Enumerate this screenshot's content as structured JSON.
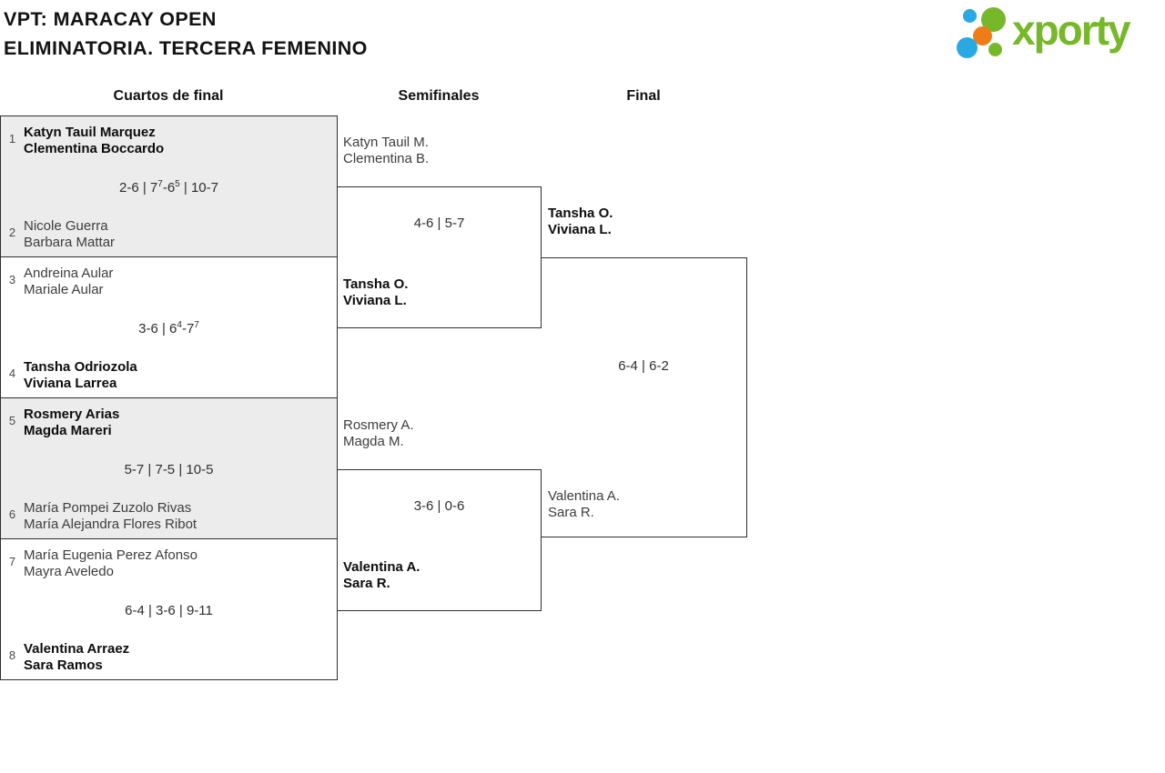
{
  "title": {
    "line1": "VPT: MARACAY OPEN",
    "line2": "ELIMINATORIA. TERCERA FEMENINO"
  },
  "logo": {
    "wordmark": "xporty"
  },
  "colors": {
    "logo_green": "#76B82A",
    "logo_blue": "#29A9E1",
    "logo_orange": "#EE7D17",
    "line": "#2F2F2F",
    "shaded_block": "#ECECEC",
    "winner_text": "#0D0D0D",
    "regular_text": "#3D3D3D"
  },
  "round_headers": {
    "quarterfinals": "Cuartos de final",
    "semifinals": "Semifinales",
    "final": "Final"
  },
  "bracket": {
    "quarterfinals": [
      {
        "seed_top": "1",
        "team_top": {
          "line1": "Katyn Tauil Marquez",
          "line2": "Clementina Boccardo",
          "winner": true
        },
        "score_parts": [
          {
            "t": "2-6 | 7"
          },
          {
            "s": "7"
          },
          {
            "t": "-6"
          },
          {
            "s": "5"
          },
          {
            "t": " | 10-7"
          }
        ],
        "seed_bottom": "2",
        "team_bottom": {
          "line1": "Nicole Guerra",
          "line2": "Barbara Mattar",
          "winner": false
        }
      },
      {
        "seed_top": "3",
        "team_top": {
          "line1": "Andreina Aular",
          "line2": "Mariale Aular",
          "winner": false
        },
        "score_parts": [
          {
            "t": "3-6 | 6"
          },
          {
            "s": "4"
          },
          {
            "t": "-7"
          },
          {
            "s": "7"
          },
          {
            "t": ""
          }
        ],
        "seed_bottom": "4",
        "team_bottom": {
          "line1": "Tansha Odriozola",
          "line2": "Viviana Larrea",
          "winner": true
        }
      },
      {
        "seed_top": "5",
        "team_top": {
          "line1": "Rosmery Arias",
          "line2": "Magda Mareri",
          "winner": true
        },
        "score_parts": [
          {
            "t": "5-7 | 7-5 | 10-5"
          }
        ],
        "seed_bottom": "6",
        "team_bottom": {
          "line1": "María Pompei Zuzolo Rivas",
          "line2": "María Alejandra Flores Ribot",
          "winner": false
        }
      },
      {
        "seed_top": "7",
        "team_top": {
          "line1": "María Eugenia Perez Afonso",
          "line2": "Mayra Aveledo",
          "winner": false
        },
        "score_parts": [
          {
            "t": "6-4 | 3-6 | 9-11"
          }
        ],
        "seed_bottom": "8",
        "team_bottom": {
          "line1": "Valentina Arraez",
          "line2": "Sara Ramos",
          "winner": true
        }
      }
    ],
    "semifinals": [
      {
        "team_top": {
          "line1": "Katyn Tauil M.",
          "line2": "Clementina B.",
          "winner": false
        },
        "score_parts": [
          {
            "t": "4-6 | 5-7"
          }
        ],
        "team_bottom": {
          "line1": "Tansha O.",
          "line2": "Viviana L.",
          "winner": true
        }
      },
      {
        "team_top": {
          "line1": "Rosmery A.",
          "line2": "Magda M.",
          "winner": false
        },
        "score_parts": [
          {
            "t": "3-6 | 0-6"
          }
        ],
        "team_bottom": {
          "line1": "Valentina A.",
          "line2": "Sara R.",
          "winner": true
        }
      }
    ],
    "final": {
      "team_top": {
        "line1": "Tansha O.",
        "line2": "Viviana L.",
        "winner": true
      },
      "score_parts": [
        {
          "t": "6-4 | 6-2"
        }
      ],
      "team_bottom": {
        "line1": "Valentina A.",
        "line2": "Sara R.",
        "winner": false
      }
    }
  }
}
